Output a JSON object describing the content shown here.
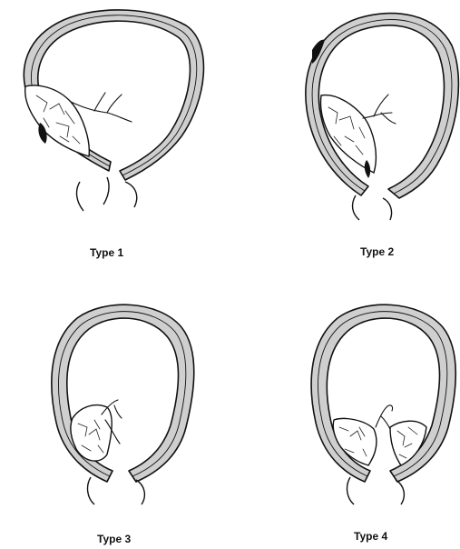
{
  "panels": [
    {
      "id": "type1",
      "label": "Type 1"
    },
    {
      "id": "type2",
      "label": "Type 2"
    },
    {
      "id": "type3",
      "label": "Type 3"
    },
    {
      "id": "type4",
      "label": "Type 4"
    }
  ]
}
